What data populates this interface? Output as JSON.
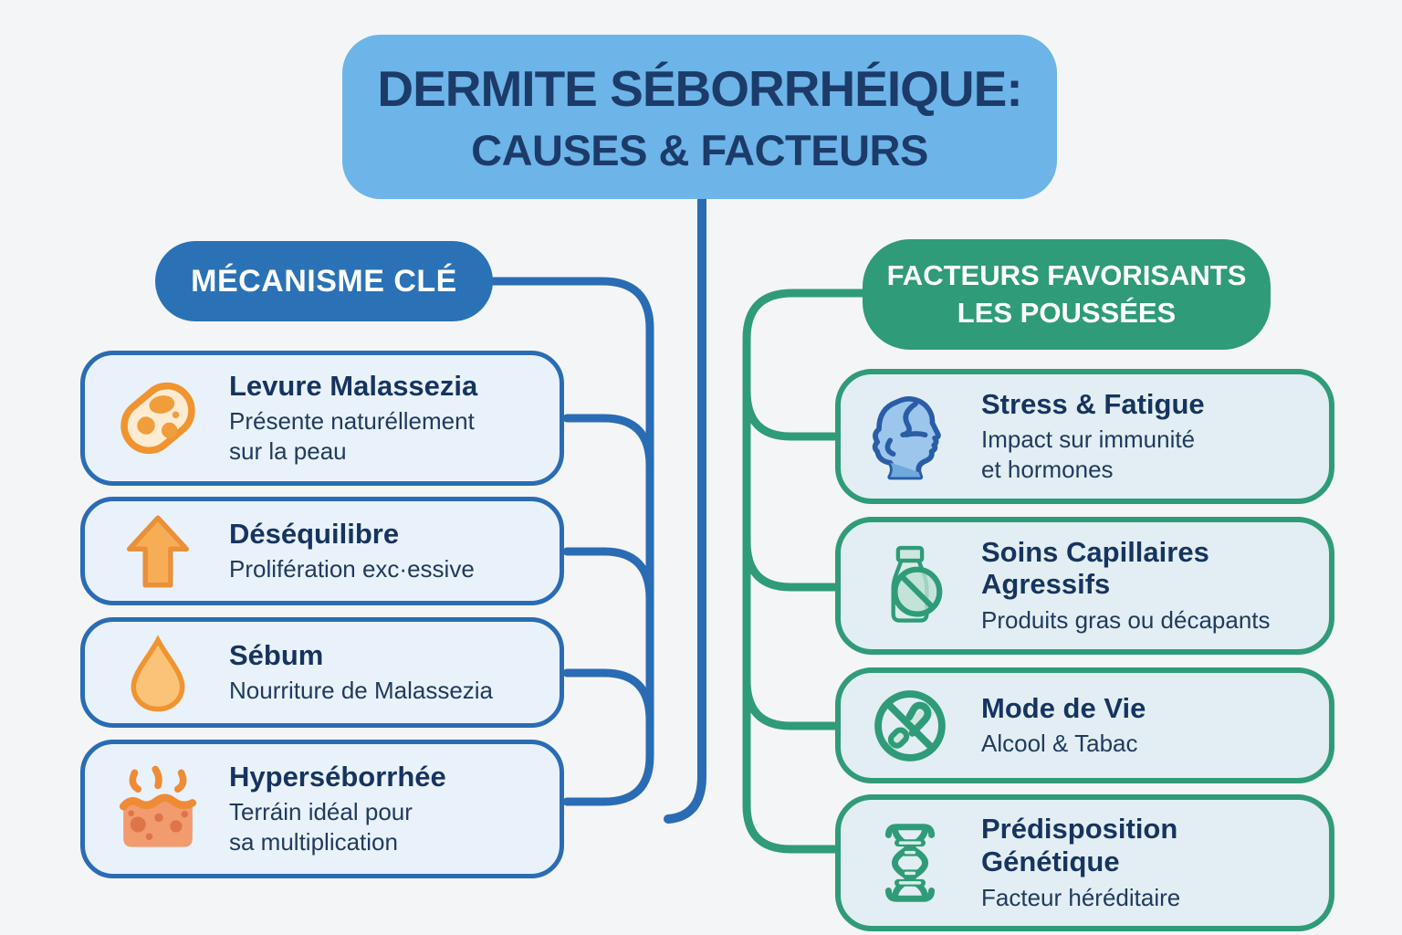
{
  "page": {
    "background": "#f4f5f6",
    "colors": {
      "title_box_fill": "#6db4e9",
      "title_text": "#1c3b68",
      "blue_pill": "#2a72b5",
      "blue_line": "#2a6cb4",
      "left_card_fill": "#e9f2fb",
      "green_pill": "#2f9b78",
      "green_line": "#2f9b79",
      "right_card_fill": "#e2eef3",
      "orange_icon": "#f09430",
      "heading_text": "#16345f"
    }
  },
  "title": {
    "line1": "DERMITE SÉBORRHÉIQUE:",
    "line2": "CAUSES & FACTEURS"
  },
  "left_section": {
    "header": "MÉCANISME CLÉ",
    "items": [
      {
        "icon": "malassezia-yeast-icon",
        "title_lines": [
          "Levure Malassezia"
        ],
        "subtitle_lines": [
          "Présente naturéllement",
          "sur la peau"
        ]
      },
      {
        "icon": "up-arrow-icon",
        "title_lines": [
          "Déséquilibre"
        ],
        "subtitle_lines": [
          "Prolifération exc·essive"
        ]
      },
      {
        "icon": "sebum-droplet-icon",
        "title_lines": [
          "Sébum"
        ],
        "subtitle_lines": [
          "Nourriture de Malassezia"
        ]
      },
      {
        "icon": "oily-skin-icon",
        "title_lines": [
          "Hyperséborrhée"
        ],
        "subtitle_lines": [
          "Terráin idéal pour",
          "sa multiplication"
        ]
      }
    ]
  },
  "right_section": {
    "header_lines": [
      "FACTEURS FAVORISANTS",
      "LES POUSSÉES"
    ],
    "items": [
      {
        "icon": "stressed-head-icon",
        "title_lines": [
          "Stress & Fatigue"
        ],
        "subtitle_lines": [
          "Impact sur immunité",
          "et hormones"
        ]
      },
      {
        "icon": "harsh-shampoo-bottle-icon",
        "title_lines": [
          "Soins Capillaires",
          "Agressifs"
        ],
        "subtitle_lines": [
          "Produits gras ou décapants"
        ]
      },
      {
        "icon": "no-alcohol-tobacco-icon",
        "title_lines": [
          "Mode de Vie"
        ],
        "subtitle_lines": [
          "Alcool & Tabac"
        ]
      },
      {
        "icon": "dna-helix-icon",
        "title_lines": [
          "Prédisposition",
          "Génétique"
        ],
        "subtitle_lines": [
          "Facteur héréditaire"
        ]
      }
    ]
  }
}
